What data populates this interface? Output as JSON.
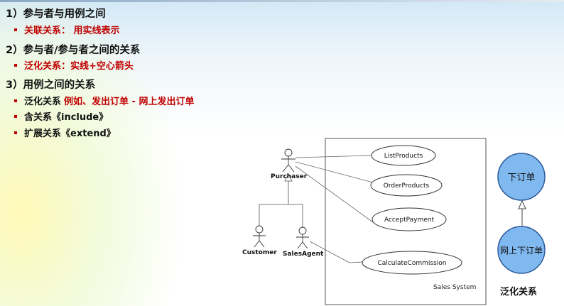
{
  "outline": {
    "section1_heading": "1）参与者与用例之间",
    "section1_item1": "关联关系：  用实线表示",
    "section2_heading": "2）参与者/参与者之间的关系",
    "section2_item1": "泛化关系：实线+空心箭头",
    "section3_heading": "3）用例之间的关系",
    "section3_item1_label": "泛化关系",
    "section3_item1_example": "例如、发出订单 - 网上发出订单",
    "section3_item2": "含关系《include》",
    "section3_item3": "扩展关系《extend》"
  },
  "uml": {
    "system_label": "Sales System",
    "actors": {
      "purchaser": "Purchaser",
      "customer": "Customer",
      "sales_agent": "SalesAgent"
    },
    "use_cases": {
      "list_products": "ListProducts",
      "order_products": "OrderProducts",
      "accept_payment": "AcceptPayment",
      "calculate_commission": "CalculateCommission"
    }
  },
  "generalization_example": {
    "parent": "下订单",
    "child": "网上下订单",
    "caption": "泛化关系"
  },
  "colors": {
    "accent_red": "#c00000",
    "node_fill": "#80b8f0",
    "node_stroke": "#2a5a9a"
  }
}
